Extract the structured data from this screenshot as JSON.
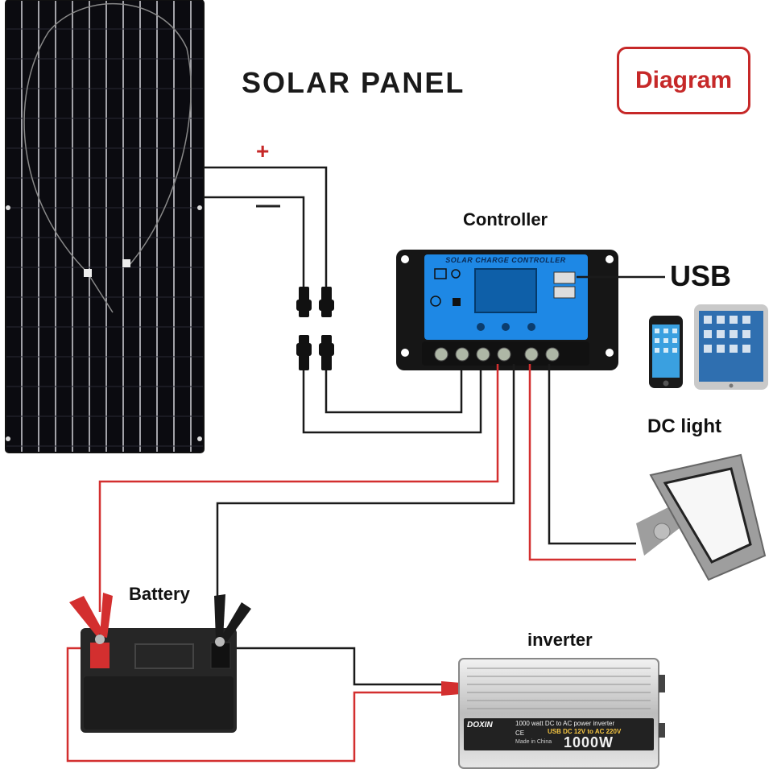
{
  "title": "SOLAR PANEL",
  "badge": "Diagram",
  "labels": {
    "controller": "Controller",
    "usb": "USB",
    "dc_light": "DC light",
    "battery": "Battery",
    "inverter": "inverter",
    "plus": "+",
    "minus": "—"
  },
  "controller_panel": {
    "header": "SOLAR CHARGE CONTROLLER"
  },
  "inverter_panel": {
    "brand": "DOXIN",
    "line1": "1000 watt DC to AC power inverter",
    "line2": "USB DC 12V to AC 220V",
    "rating": "1000W",
    "origin": "Made in China",
    "ce": "CE"
  },
  "colors": {
    "positive_wire": "#d32f2f",
    "negative_wire": "#1a1a1a",
    "badge": "#c62828",
    "controller_face": "#1e88e5",
    "panel": "#0d0d12"
  }
}
